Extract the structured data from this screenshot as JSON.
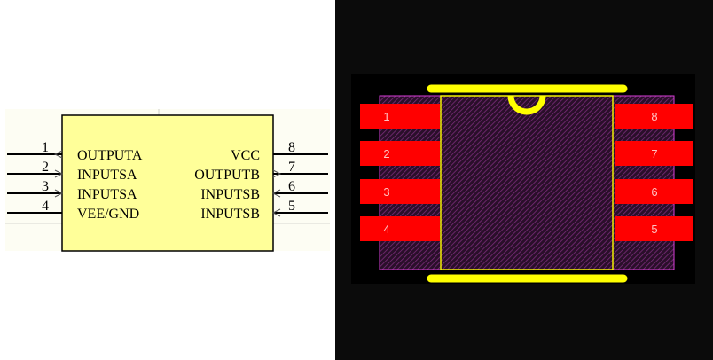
{
  "schematic": {
    "left_pins": [
      {
        "number": "1",
        "name": "OUTPUTA",
        "direction": "out"
      },
      {
        "number": "2",
        "name": "INPUTSA",
        "direction": "in"
      },
      {
        "number": "3",
        "name": "INPUTSA",
        "direction": "in"
      },
      {
        "number": "4",
        "name": "VEE/GND",
        "direction": "power"
      }
    ],
    "right_pins": [
      {
        "number": "8",
        "name": "VCC",
        "direction": "power"
      },
      {
        "number": "7",
        "name": "OUTPUTB",
        "direction": "out"
      },
      {
        "number": "6",
        "name": "INPUTSB",
        "direction": "in"
      },
      {
        "number": "5",
        "name": "INPUTSB",
        "direction": "in"
      }
    ],
    "colors": {
      "body_fill": "#ffff99",
      "body_stroke": "#000000",
      "background_tint": "#fdfdf3",
      "crosshair": "#b0b0b0"
    }
  },
  "pcb": {
    "left_pads": [
      "1",
      "2",
      "3",
      "4"
    ],
    "right_pads": [
      "8",
      "7",
      "6",
      "5"
    ],
    "colors": {
      "background": "#0b0b0b",
      "board": "#000000",
      "pad": "#ff0000",
      "pad_label": "#ffc0c0",
      "silkscreen": "#ffff00",
      "courtyard": "#d93ed9",
      "body_hatch": "#7a2c7a",
      "body_fill": "#2a0f2a"
    }
  }
}
